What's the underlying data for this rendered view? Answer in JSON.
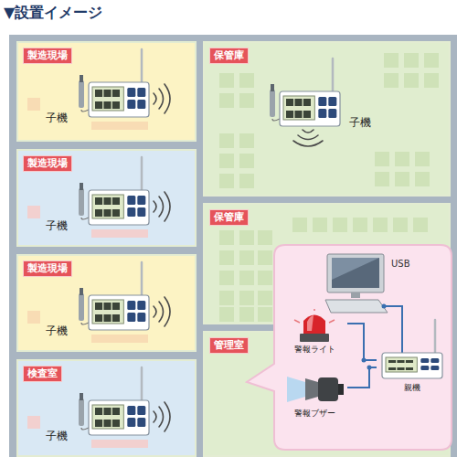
{
  "diagram": {
    "title": "▼設置イメージ",
    "nodes": [
      {
        "text": [
          "製造現場"
        ]
      },
      {
        "text": [
          "子機"
        ],
        "in": 0
      },
      {
        "text": [
          "製造現場"
        ]
      },
      {
        "text": [
          "子機"
        ],
        "in": 2
      },
      {
        "text": [
          "製造現場"
        ]
      },
      {
        "text": [
          "子機"
        ],
        "in": 4
      },
      {
        "text": [
          "検査室"
        ]
      },
      {
        "text": [
          "子機"
        ],
        "in": 6
      },
      {
        "text": [
          "保管庫"
        ]
      },
      {
        "text": [
          "子機"
        ],
        "in": 8
      },
      {
        "text": [
          "保管庫"
        ]
      },
      {
        "text": [
          "管理室"
        ]
      },
      {
        "text": [
          "警報ライト"
        ]
      },
      {
        "text": [
          "警報ブザー"
        ]
      },
      {
        "text": [
          "親機"
        ]
      }
    ],
    "edges": [
      {
        "from": 12,
        "to": 14,
        "arrow": "none"
      },
      {
        "from": 13,
        "to": 14,
        "arrow": "none"
      }
    ],
    "labels": [
      "USB"
    ]
  }
}
